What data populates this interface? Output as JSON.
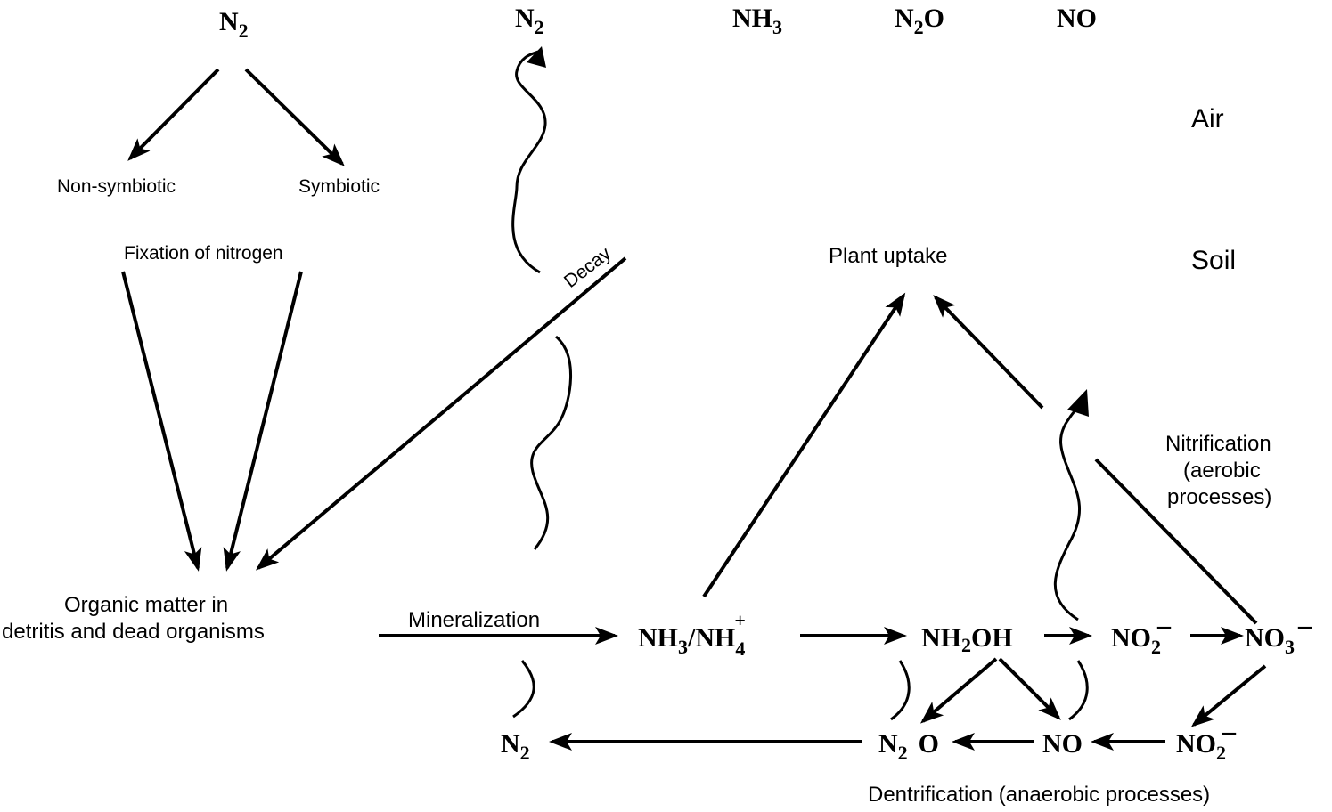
{
  "air_species": {
    "n2_fix": {
      "base": "N",
      "sub": "2"
    },
    "n2_decay": {
      "base": "N",
      "sub": "2"
    },
    "nh3": {
      "base": "NH",
      "sub": "3"
    },
    "n2o": {
      "base": "N",
      "sub": "2",
      "tail": "O"
    },
    "no": "NO"
  },
  "zones": {
    "air": "Air",
    "soil": "Soil"
  },
  "fixation": {
    "non_symbiotic": "Non-symbiotic",
    "symbiotic": "Symbiotic",
    "title": "Fixation of nitrogen"
  },
  "decay_label": "Decay",
  "plant_uptake": "Plant uptake",
  "organic_matter": {
    "line1": "Organic matter in",
    "line2": "detritis and dead organisms"
  },
  "mineralization": "Mineralization",
  "nitrification": {
    "line1": "Nitrification",
    "line2": "(aerobic",
    "line3": "processes)"
  },
  "species": {
    "nh3_nh4": {
      "a": "NH",
      "a_sub": "3",
      "slash": "/NH",
      "b_sub": "4",
      "b_sup": "+"
    },
    "nh2oh": {
      "a": "NH",
      "a_sub": "2",
      "b": "OH"
    },
    "no2_top": {
      "a": "NO",
      "a_sub": "2",
      "sup": "–"
    },
    "no3": {
      "a": "NO",
      "a_sub": "3",
      "sup": "–"
    },
    "no2_bottom": {
      "a": "NO",
      "a_sub": "2",
      "sup": "–"
    },
    "no_bottom": "NO",
    "n2o_bottom": {
      "a": "N",
      "a_sub": "2",
      "b": "O"
    },
    "n2_bottom": {
      "a": "N",
      "a_sub": "2"
    }
  },
  "denitrification": "Dentrification (anaerobic processes)"
}
